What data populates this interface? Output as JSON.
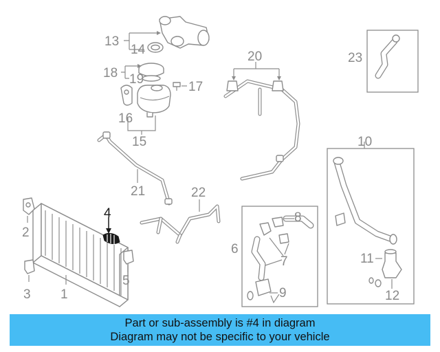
{
  "diagram": {
    "callouts": {
      "c1": "1",
      "c2": "2",
      "c3": "3",
      "c4": "4",
      "c5": "5",
      "c6": "6",
      "c7": "7",
      "c8": "8",
      "c9": "9",
      "c10": "10",
      "c11": "11",
      "c12": "12",
      "c13": "13",
      "c14": "14",
      "c15": "15",
      "c16": "16",
      "c17": "17",
      "c18": "18",
      "c19": "19",
      "c20": "20",
      "c21": "21",
      "c22": "22",
      "c23": "23"
    },
    "highlighted_part": "4",
    "colors": {
      "highlight": "#1a1a1a",
      "parts": "#8c8c8c",
      "banner": "#46bcf4"
    }
  },
  "banner": {
    "line1": "Part or sub-assembly is #4 in diagram",
    "line2": "Diagram may not be specific to your vehicle"
  }
}
